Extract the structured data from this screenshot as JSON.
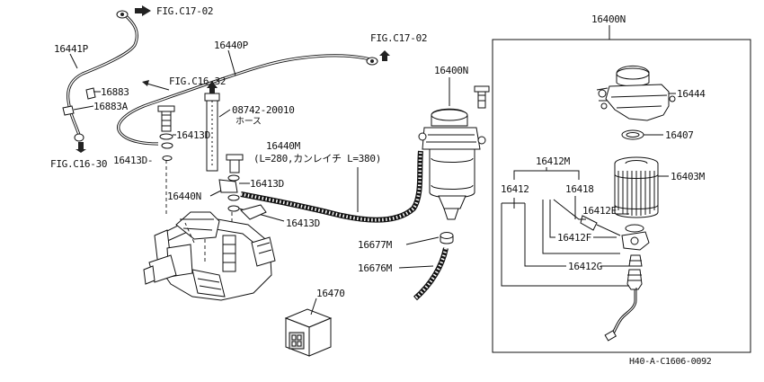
{
  "labels": {
    "fig_c17_02_left": "FIG.C17-02",
    "fig_c17_02_right": "FIG.C17-02",
    "fig_c16_32": "FIG.C16-32",
    "fig_c16_30": "FIG.C16-30",
    "p16441P": "16441P",
    "p16883": "16883",
    "p16883A": "16883A",
    "p16440P": "16440P",
    "p08742": "08742-20010",
    "p08742_sub": "ホース",
    "p16413D_a": "16413D",
    "p16413D_b": "16413D-",
    "p16440M": "16440M",
    "p16440M_sub": "(L=280,カンレイチ L=380)",
    "p16413D_c": "16413D",
    "p16440N_a": "16440N",
    "p16413D_d": "16413D",
    "p16400N_a": "16400N",
    "p16677M": "16677M",
    "p16676M": "16676M",
    "p16470": "16470",
    "p16400N_box": "16400N",
    "p16444": "16444",
    "p16407": "16407",
    "p16412M": "16412M",
    "p16403M": "16403M",
    "p16412": "16412",
    "p16418": "16418",
    "p16412E": "16412E",
    "p16412F": "16412F",
    "p16412G": "16412G",
    "code": "H40-A-C1606-0092"
  }
}
